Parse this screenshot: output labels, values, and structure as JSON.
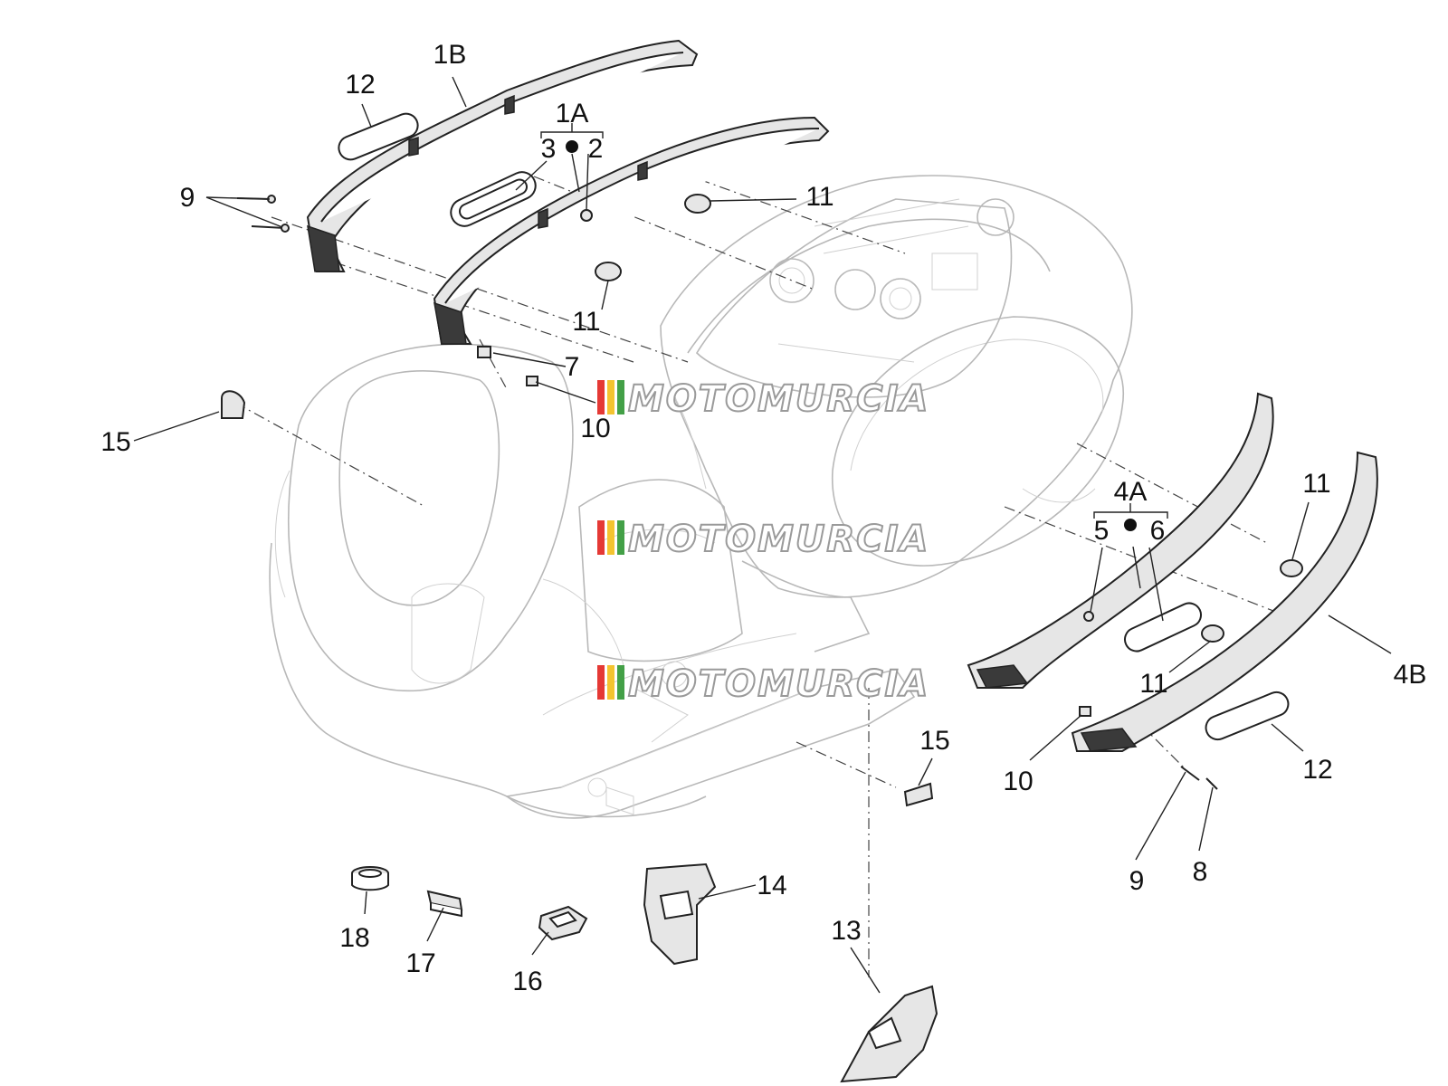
{
  "labels": {
    "l1B": "1B",
    "l12a": "12",
    "l1A": "1A",
    "l3": "3",
    "l2": "2",
    "l11a": "11",
    "l9a": "9",
    "l11b": "11",
    "l7": "7",
    "l10a": "10",
    "l15a": "15",
    "l4A": "4A",
    "l5": "5",
    "l6": "6",
    "l11c": "11",
    "l11d": "11",
    "l4B": "4B",
    "l10b": "10",
    "l12b": "12",
    "l15b": "15",
    "l9b": "9",
    "l8": "8",
    "l14": "14",
    "l13": "13",
    "l18": "18",
    "l17": "17",
    "l16": "16"
  },
  "watermark": {
    "text": "MOTOMURCIA",
    "stripe_colors": [
      "#e53935",
      "#f4c430",
      "#43a047"
    ]
  }
}
